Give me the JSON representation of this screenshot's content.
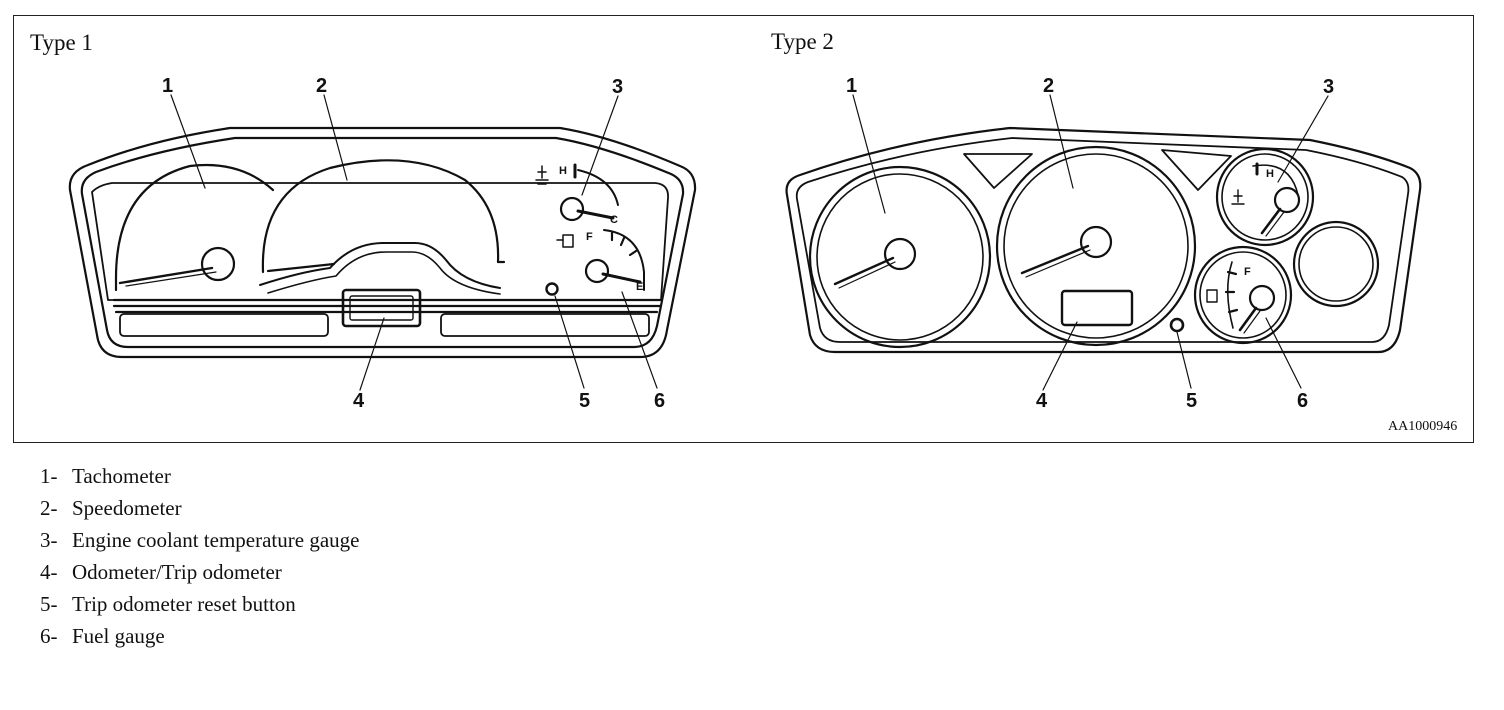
{
  "figure": {
    "type1_label": "Type 1",
    "type2_label": "Type 2",
    "code": "AA1000946",
    "gauge_letters": {
      "hot": "H",
      "cold": "C",
      "full": "F",
      "empty": "E"
    }
  },
  "callouts": {
    "type1": [
      "1",
      "2",
      "3",
      "4",
      "5",
      "6"
    ],
    "type2": [
      "1",
      "2",
      "3",
      "4",
      "5",
      "6"
    ]
  },
  "legend": [
    {
      "num": "1-",
      "text": "Tachometer"
    },
    {
      "num": "2-",
      "text": "Speedometer"
    },
    {
      "num": "3-",
      "text": "Engine coolant temperature gauge"
    },
    {
      "num": "4-",
      "text": "Odometer/Trip odometer"
    },
    {
      "num": "5-",
      "text": "Trip odometer reset button"
    },
    {
      "num": "6-",
      "text": "Fuel gauge"
    }
  ]
}
